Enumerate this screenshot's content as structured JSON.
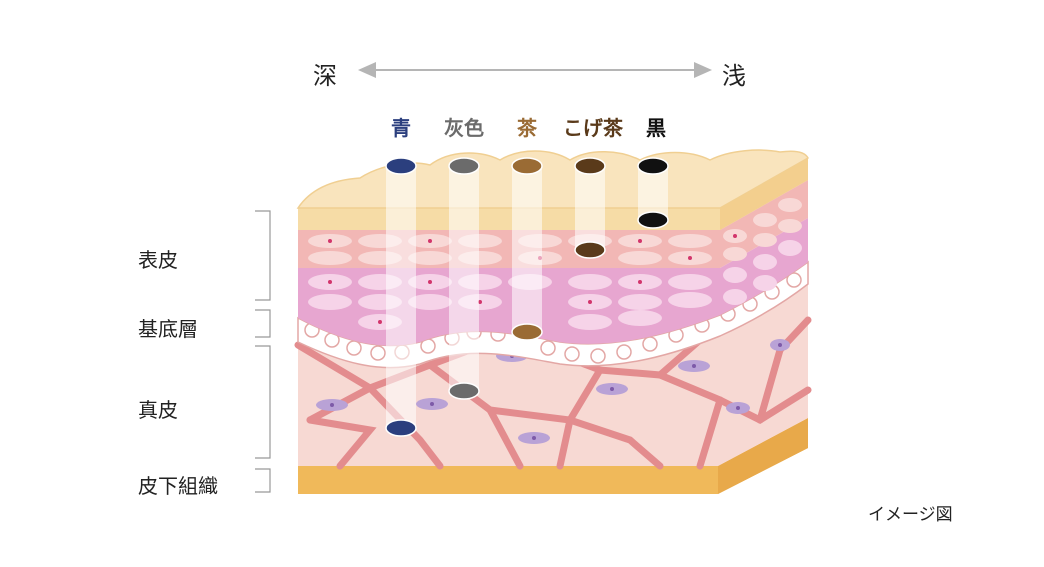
{
  "direction": {
    "deep_label": "深",
    "shallow_label": "浅"
  },
  "pigments": [
    {
      "label": "青",
      "color": "#2b3f7e",
      "depth": "dermis"
    },
    {
      "label": "灰色",
      "color": "#6b6b6b",
      "depth": "dermis"
    },
    {
      "label": "茶",
      "color": "#9a6b34",
      "depth": "basal"
    },
    {
      "label": "こげ茶",
      "color": "#5a3a1a",
      "depth": "epidermis"
    },
    {
      "label": "黒",
      "color": "#111111",
      "depth": "surface"
    }
  ],
  "layers": {
    "epidermis": "表皮",
    "basal": "基底層",
    "dermis": "真皮",
    "subcutaneous": "皮下組織"
  },
  "colors": {
    "skin_surface": "#f6dca6",
    "epidermis_upper": "#f2b7b5",
    "epidermis_lower": "#e7a6d0",
    "dermis": "#f7d9d3",
    "fibers": "#e38c8e",
    "fat": "#f0b95a",
    "arrow": "#b5b5b5"
  },
  "note": "イメージ図"
}
